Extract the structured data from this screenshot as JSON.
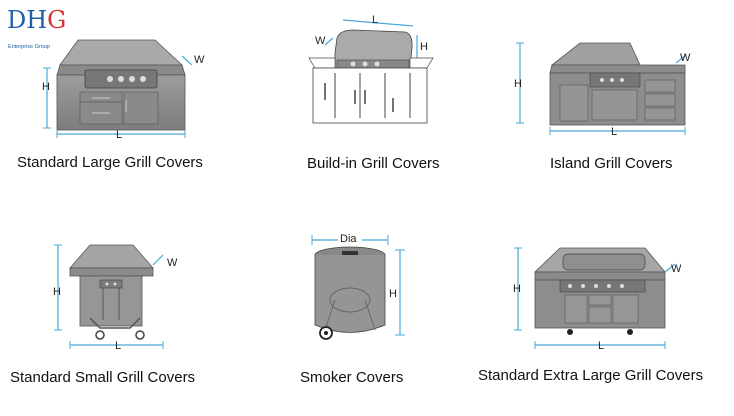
{
  "logo": {
    "brand_dh": "DH",
    "brand_g": "G",
    "subtitle": "Enterprise Group"
  },
  "products": [
    {
      "caption": "Standard Large Grill Covers",
      "dims": [
        "H",
        "W",
        "L"
      ]
    },
    {
      "caption": "Build-in Grill Covers",
      "dims": [
        "L",
        "W",
        "H"
      ]
    },
    {
      "caption": "Island Grill Covers",
      "dims": [
        "H",
        "W",
        "L"
      ]
    },
    {
      "caption": "Standard Small Grill Covers",
      "dims": [
        "H",
        "W",
        "L"
      ]
    },
    {
      "caption": "Smoker Covers",
      "dims": [
        "Dia",
        "H"
      ]
    },
    {
      "caption": "Standard Extra Large Grill Covers",
      "dims": [
        "H",
        "W",
        "L"
      ]
    }
  ],
  "colors": {
    "dimension_line": "#4aa8d8",
    "cover_fill": "#8f8f8f",
    "cover_dark": "#6e6e6e",
    "cover_light": "#b4b4b4"
  }
}
